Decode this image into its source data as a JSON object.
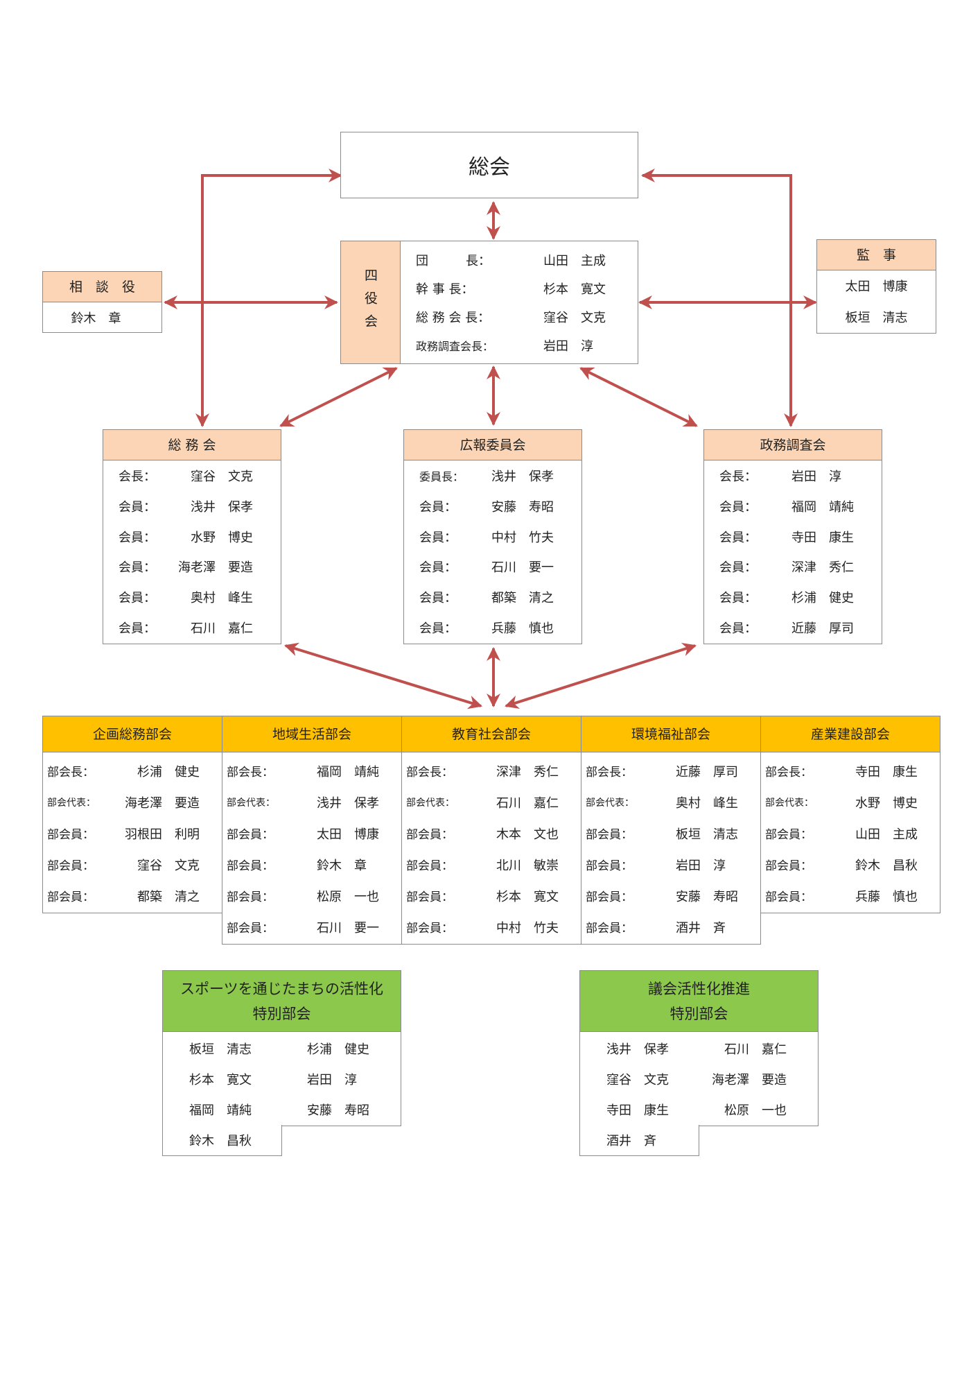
{
  "general_assembly": {
    "title": "総会"
  },
  "four_officers": {
    "label": "四役会",
    "members": [
      {
        "role": "団　　　長：",
        "family": "山田",
        "given": "主成"
      },
      {
        "role": "幹 事 長：",
        "family": "杉本",
        "given": "寛文"
      },
      {
        "role": "総 務 会 長：",
        "family": "窪谷",
        "given": "文克"
      },
      {
        "role": "政務調査会長：",
        "family": "岩田",
        "given": "淳"
      }
    ]
  },
  "advisor": {
    "title": "相　談　役",
    "members": [
      {
        "family": "鈴木",
        "given": "章"
      }
    ]
  },
  "auditor": {
    "title": "監　事",
    "members": [
      {
        "family": "太田",
        "given": "博康"
      },
      {
        "family": "板垣",
        "given": "清志"
      }
    ]
  },
  "committees": [
    {
      "title": "総 務 会",
      "members": [
        {
          "role": "会長：",
          "family": "窪谷",
          "given": "文克"
        },
        {
          "role": "会員：",
          "family": "浅井",
          "given": "保孝"
        },
        {
          "role": "会員：",
          "family": "水野",
          "given": "博史"
        },
        {
          "role": "会員：",
          "family": "海老澤",
          "given": "要造"
        },
        {
          "role": "会員：",
          "family": "奥村",
          "given": "峰生"
        },
        {
          "role": "会員：",
          "family": "石川",
          "given": "嘉仁"
        }
      ]
    },
    {
      "title": "広報委員会",
      "members": [
        {
          "role": "委員長：",
          "family": "浅井",
          "given": "保孝"
        },
        {
          "role": "会員：",
          "family": "安藤",
          "given": "寿昭"
        },
        {
          "role": "会員：",
          "family": "中村",
          "given": "竹夫"
        },
        {
          "role": "会員：",
          "family": "石川",
          "given": "要一"
        },
        {
          "role": "会員：",
          "family": "都築",
          "given": "清之"
        },
        {
          "role": "会員：",
          "family": "兵藤",
          "given": "慎也"
        }
      ]
    },
    {
      "title": "政務調査会",
      "members": [
        {
          "role": "会長：",
          "family": "岩田",
          "given": "淳"
        },
        {
          "role": "会員：",
          "family": "福岡",
          "given": "靖純"
        },
        {
          "role": "会員：",
          "family": "寺田",
          "given": "康生"
        },
        {
          "role": "会員：",
          "family": "深津",
          "given": "秀仁"
        },
        {
          "role": "会員：",
          "family": "杉浦",
          "given": "健史"
        },
        {
          "role": "会員：",
          "family": "近藤",
          "given": "厚司"
        }
      ]
    }
  ],
  "subcommittees": [
    {
      "title": "企画総務部会",
      "members": [
        {
          "role": "部会長：",
          "family": "杉浦",
          "given": "健史"
        },
        {
          "role": "部会代表：",
          "family": "海老澤",
          "given": "要造"
        },
        {
          "role": "部会員：",
          "family": "羽根田",
          "given": "利明"
        },
        {
          "role": "部会員：",
          "family": "窪谷",
          "given": "文克"
        },
        {
          "role": "部会員：",
          "family": "都築",
          "given": "清之"
        }
      ]
    },
    {
      "title": "地域生活部会",
      "members": [
        {
          "role": "部会長：",
          "family": "福岡",
          "given": "靖純"
        },
        {
          "role": "部会代表：",
          "family": "浅井",
          "given": "保孝"
        },
        {
          "role": "部会員：",
          "family": "太田",
          "given": "博康"
        },
        {
          "role": "部会員：",
          "family": "鈴木",
          "given": "章"
        },
        {
          "role": "部会員：",
          "family": "松原",
          "given": "一也"
        },
        {
          "role": "部会員：",
          "family": "石川",
          "given": "要一"
        }
      ]
    },
    {
      "title": "教育社会部会",
      "members": [
        {
          "role": "部会長：",
          "family": "深津",
          "given": "秀仁"
        },
        {
          "role": "部会代表：",
          "family": "石川",
          "given": "嘉仁"
        },
        {
          "role": "部会員：",
          "family": "木本",
          "given": "文也"
        },
        {
          "role": "部会員：",
          "family": "北川",
          "given": "敏崇"
        },
        {
          "role": "部会員：",
          "family": "杉本",
          "given": "寛文"
        },
        {
          "role": "部会員：",
          "family": "中村",
          "given": "竹夫"
        }
      ]
    },
    {
      "title": "環境福祉部会",
      "members": [
        {
          "role": "部会長：",
          "family": "近藤",
          "given": "厚司"
        },
        {
          "role": "部会代表：",
          "family": "奥村",
          "given": "峰生"
        },
        {
          "role": "部会員：",
          "family": "板垣",
          "given": "清志"
        },
        {
          "role": "部会員：",
          "family": "岩田",
          "given": "淳"
        },
        {
          "role": "部会員：",
          "family": "安藤",
          "given": "寿昭"
        },
        {
          "role": "部会員：",
          "family": "酒井",
          "given": "斉"
        }
      ]
    },
    {
      "title": "産業建設部会",
      "members": [
        {
          "role": "部会長：",
          "family": "寺田",
          "given": "康生"
        },
        {
          "role": "部会代表：",
          "family": "水野",
          "given": "博史"
        },
        {
          "role": "部会員：",
          "family": "山田",
          "given": "主成"
        },
        {
          "role": "部会員：",
          "family": "鈴木",
          "given": "昌秋"
        },
        {
          "role": "部会員：",
          "family": "兵藤",
          "given": "慎也"
        }
      ]
    }
  ],
  "special_committees": [
    {
      "title_line1": "スポーツを通じたまちの活性化",
      "title_line2": "特別部会",
      "rows": [
        [
          {
            "family": "板垣",
            "given": "清志"
          },
          {
            "family": "杉浦",
            "given": "健史"
          }
        ],
        [
          {
            "family": "杉本",
            "given": "寛文"
          },
          {
            "family": "岩田",
            "given": "淳"
          }
        ],
        [
          {
            "family": "福岡",
            "given": "靖純"
          },
          {
            "family": "安藤",
            "given": "寿昭"
          }
        ]
      ],
      "extra": {
        "family": "鈴木",
        "given": "昌秋"
      }
    },
    {
      "title_line1": "議会活性化推進",
      "title_line2": "特別部会",
      "rows": [
        [
          {
            "family": "浅井",
            "given": "保孝"
          },
          {
            "family": "石川",
            "given": "嘉仁"
          }
        ],
        [
          {
            "family": "窪谷",
            "given": "文克"
          },
          {
            "family": "海老澤",
            "given": "要造"
          }
        ],
        [
          {
            "family": "寺田",
            "given": "康生"
          },
          {
            "family": "松原",
            "given": "一也"
          }
        ]
      ],
      "extra": {
        "family": "酒井",
        "given": "斉"
      }
    }
  ],
  "colors": {
    "arrow": "#c0504d",
    "peach": "#fbd5b5",
    "gold": "#ffc000",
    "green": "#8cc84b",
    "border": "#8a8a8a"
  }
}
